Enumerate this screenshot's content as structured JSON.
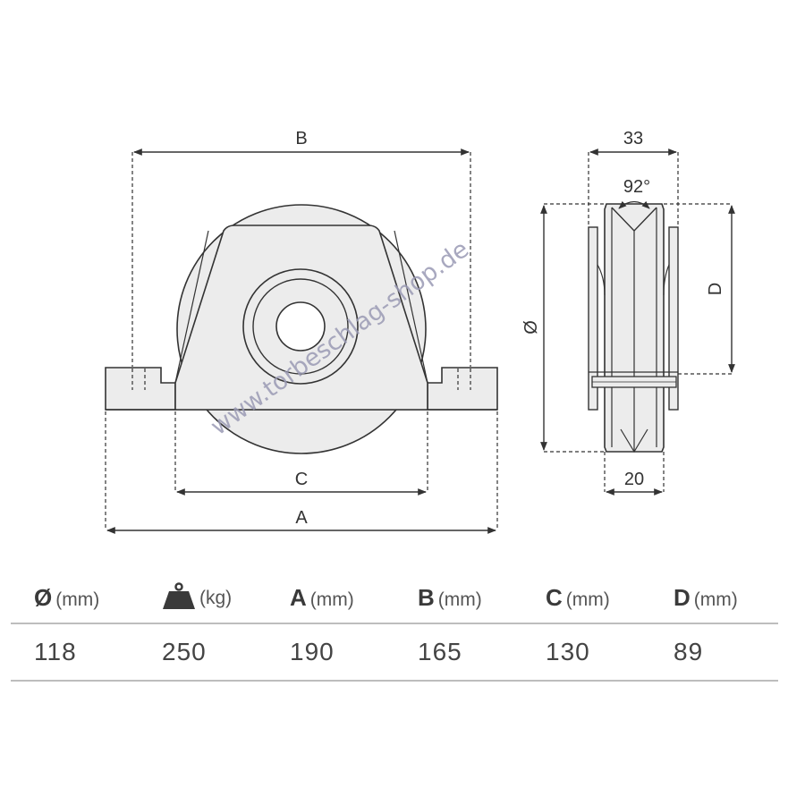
{
  "drawing": {
    "labels": {
      "B": "B",
      "C": "C",
      "A": "A",
      "width": "33",
      "angle": "92°",
      "diameter": "Ø",
      "D": "D",
      "groove": "20"
    },
    "watermark": "www.torbeschlag-shop.de"
  },
  "table": {
    "headers": [
      {
        "symbol": "Ø",
        "unit": "(mm)",
        "icon": null
      },
      {
        "symbol": "",
        "unit": "(kg)",
        "icon": "weight-icon"
      },
      {
        "symbol": "A",
        "unit": "(mm)",
        "icon": null
      },
      {
        "symbol": "B",
        "unit": "(mm)",
        "icon": null
      },
      {
        "symbol": "C",
        "unit": "(mm)",
        "icon": null
      },
      {
        "symbol": "D",
        "unit": "(mm)",
        "icon": null
      }
    ],
    "values": [
      "118",
      "250",
      "190",
      "165",
      "130",
      "89"
    ]
  }
}
